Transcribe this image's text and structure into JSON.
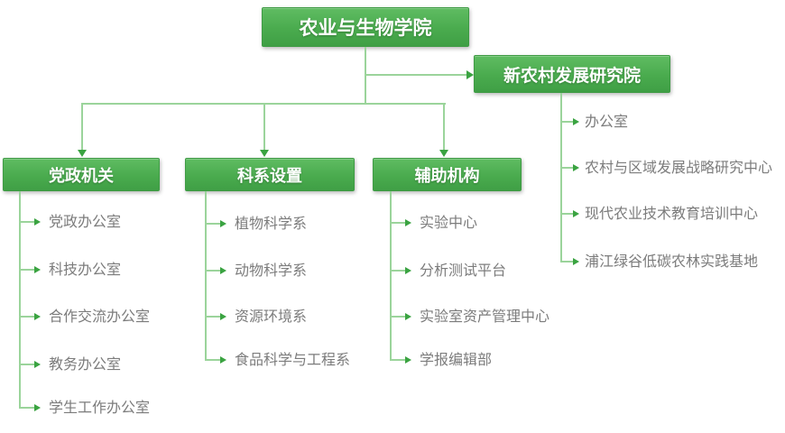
{
  "root": {
    "label": "农业与生物学院"
  },
  "institute": {
    "label": "新农村发展研究院",
    "items": [
      "办公室",
      "农村与区域发展战略研究中心",
      "现代农业技术教育培训中心",
      "浦江绿谷低碳农林实践基地"
    ]
  },
  "branches": [
    {
      "label": "党政机关",
      "items": [
        "党政办公室",
        "科技办公室",
        "合作交流办公室",
        "教务办公室",
        "学生工作办公室"
      ]
    },
    {
      "label": "科系设置",
      "items": [
        "植物科学系",
        "动物科学系",
        "资源环境系",
        "食品科学与工程系"
      ]
    },
    {
      "label": "辅助机构",
      "items": [
        "实验中心",
        "分析测试平台",
        "实验室资产管理中心",
        "学报编辑部"
      ]
    }
  ],
  "colors": {
    "box_green_top": "#5fbc62",
    "box_green_bottom": "#3f9f45",
    "box_border": "#3e9b44",
    "connector_line": "#9bd49b",
    "arrow_green": "#3aa341",
    "item_text": "#7c7c7c",
    "box_text": "#ffffff",
    "background": "#ffffff"
  }
}
